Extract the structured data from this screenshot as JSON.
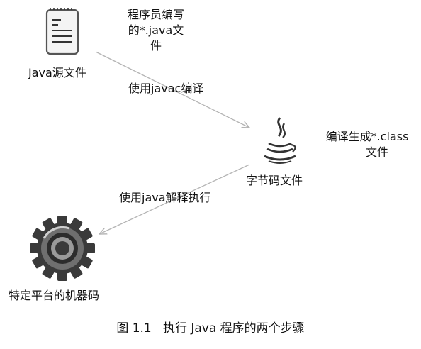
{
  "nodes": {
    "source_file": {
      "label": "Java源文件",
      "icon": "document-icon"
    },
    "bytecode_file": {
      "label": "字节码文件",
      "icon": "java-coffee-cup-icon"
    },
    "machine_code": {
      "label": "特定平台的机器码",
      "icon": "gear-icon"
    }
  },
  "annotations": {
    "programmer_writes": [
      "程序员编写",
      "的*.java文",
      "件"
    ],
    "javac_compile": "使用javac编译",
    "compile_generate": [
      "编译生成*.class",
      "文件"
    ],
    "java_interpret": "使用java解释执行"
  },
  "caption": "图 1.1   执行 Java 程序的两个步骤",
  "colors": {
    "arrow": "#b4b4b4",
    "text": "#111111",
    "gear_dark": "#3a3a3a",
    "gear_mid": "#8a8a8a"
  }
}
